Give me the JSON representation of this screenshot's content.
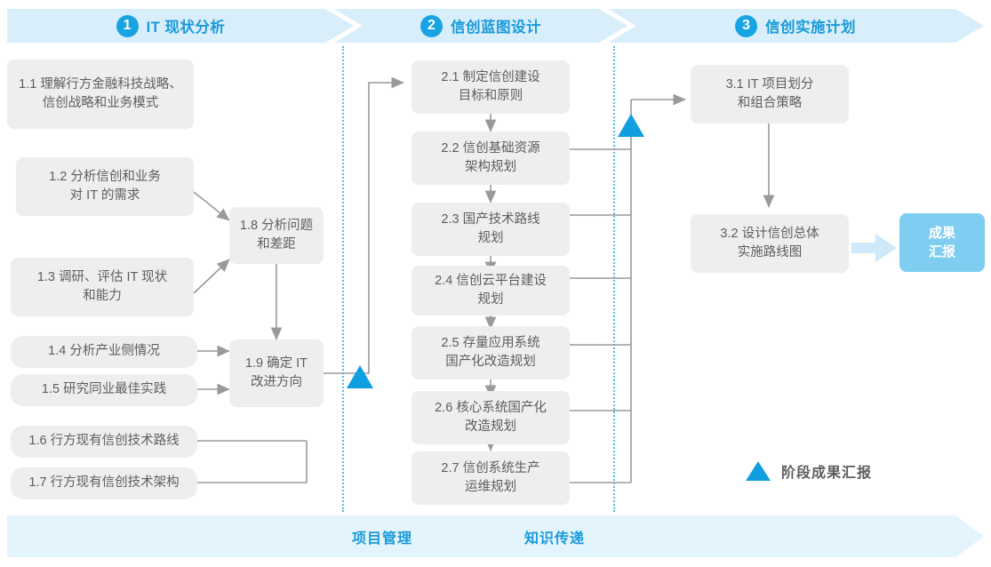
{
  "phases": [
    {
      "number": "1",
      "title": "IT 现状分析"
    },
    {
      "number": "2",
      "title": "信创蓝图设计"
    },
    {
      "number": "3",
      "title": "信创实施计划"
    }
  ],
  "phase1_tasks": [
    {
      "id": "1.1",
      "label": "1.1 理解行方金融科技战略、\n信创战略和业务模式"
    },
    {
      "id": "1.2",
      "label": "1.2 分析信创和业务\n对 IT 的需求"
    },
    {
      "id": "1.3",
      "label": "1.3 调研、评估 IT 现状\n和能力"
    },
    {
      "id": "1.4",
      "label": "1.4 分析产业侧情况"
    },
    {
      "id": "1.5",
      "label": "1.5 研究同业最佳实践"
    },
    {
      "id": "1.6",
      "label": "1.6 行方现有信创技术路线"
    },
    {
      "id": "1.7",
      "label": "1.7 行方现有信创技术架构"
    },
    {
      "id": "1.8",
      "label": "1.8 分析问题\n和差距"
    },
    {
      "id": "1.9",
      "label": "1.9 确定 IT\n改进方向"
    }
  ],
  "phase2_tasks": [
    {
      "id": "2.1",
      "label": "2.1 制定信创建设\n目标和原则"
    },
    {
      "id": "2.2",
      "label": "2.2 信创基础资源\n架构规划"
    },
    {
      "id": "2.3",
      "label": "2.3 国产技术路线\n规划"
    },
    {
      "id": "2.4",
      "label": "2.4 信创云平台建设\n规划"
    },
    {
      "id": "2.5",
      "label": "2.5 存量应用系统\n国产化改造规划"
    },
    {
      "id": "2.6",
      "label": "2.6 核心系统国产化\n改造规划"
    },
    {
      "id": "2.7",
      "label": "2.7 信创系统生产\n运维规划"
    }
  ],
  "phase3_tasks": [
    {
      "id": "3.1",
      "label": "3.1 IT 项目划分\n和组合策略"
    },
    {
      "id": "3.2",
      "label": "3.2 设计信创总体\n实施路线图"
    }
  ],
  "deliverable": {
    "label": "成果\n汇报"
  },
  "legend": {
    "icon": "triangle-milestone-icon",
    "label": "阶段成果汇报"
  },
  "bottom_band": {
    "items": [
      {
        "label": "项目管理"
      },
      {
        "label": "知识传递"
      }
    ]
  },
  "colors": {
    "accent_blue": "#18a3e3",
    "band_blue": "#d8eefb",
    "bottom_band_blue": "#e3f4fc",
    "chip_blue": "#7fcdf1",
    "box_gray": "#eeeeee",
    "text_gray": "#5e5e5e",
    "divider_dotted": "#55b9e6",
    "wire_gray": "#9a9a9a"
  }
}
